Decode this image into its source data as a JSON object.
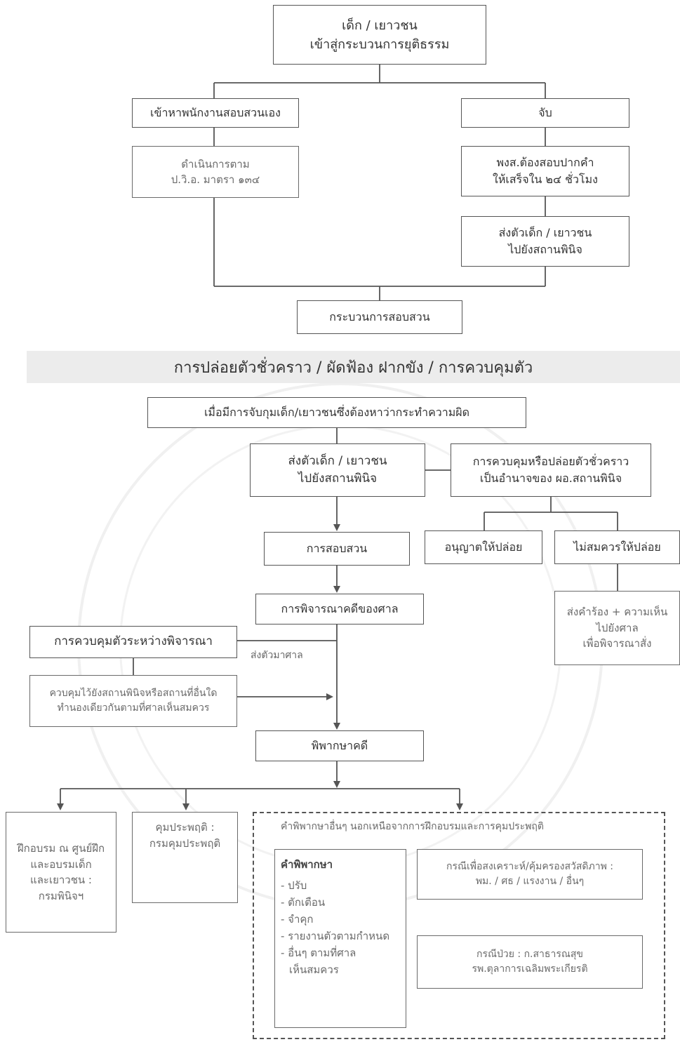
{
  "top": {
    "start_line1": "เด็ก / เยาวชน",
    "start_line2": "เข้าสู่กระบวนการยุติธรรม",
    "self_surrender": "เข้าหาพนักงานสอบสวนเอง",
    "arrest": "จับ",
    "proceed_line1": "ดำเนินการตาม",
    "proceed_line2": "ป.วิ.อ. มาตรา ๑๓๔",
    "interrogate_line1": "พงส.ต้องสอบปากคำ",
    "interrogate_line2": "ให้เสร็จใน ๒๔ ชั่วโมง",
    "send_line1": "ส่งตัวเด็ก / เยาวชน",
    "send_line2": "ไปยังสถานพินิจ",
    "investigation_process": "กระบวนการสอบสวน"
  },
  "section_title": "การปล่อยตัวชั่วคราว / ผัดฟ้อง ฝากขัง / การควบคุมตัว",
  "middle": {
    "when_arrested": "เมื่อมีการจับกุมเด็ก/เยาวชนซึ่งต้องหาว่ากระทำความผิด",
    "send_line1": "ส่งตัวเด็ก / เยาวชน",
    "send_line2": "ไปยังสถานพินิจ",
    "authority_line1": "การควบคุมหรือปล่อยตัวชั่วคราว",
    "authority_line2": "เป็นอำนาจของ ผอ.สถานพินิจ",
    "investigation": "การสอบสวน",
    "allow_release": "อนุญาตให้ปล่อย",
    "not_release": "ไม่สมควรให้ปล่อย",
    "petition_line1": "ส่งคำร้อง + ความเห็น",
    "petition_line2": "ไปยังศาล",
    "petition_line3": "เพื่อพิจารณาสั่ง",
    "court_trial": "การพิจารณาคดีของศาล",
    "custody_during": "การควบคุมตัวระหว่างพิจารณา",
    "bring_to_court": "ส่งตัวมาศาล",
    "custody_detail_line1": "ควบคุมไว้ยังสถานพินิจหรือสถานที่อื่นใด",
    "custody_detail_line2": "ทำนองเดียวกันตามที่ศาลเห็นสมควร",
    "judgment": "พิพากษาคดี"
  },
  "bottom": {
    "training_line1": "ฝึกอบรม ณ ศูนย์ฝึก",
    "training_line2": "และอบรมเด็ก",
    "training_line3": "และเยาวชน :",
    "training_line4": "กรมพินิจฯ",
    "probation_line1": "คุมประพฤติ :",
    "probation_line2": "กรมคุมประพฤติ",
    "other_caption": "คำพิพากษาอื่นๆ นอกเหนือจากการฝึกอบรมและการคุมประพฤติ",
    "verdict_title": "คำพิพากษา",
    "verdict_items": [
      "- ปรับ",
      "- ตักเตือน",
      "- จำคุก",
      "- รายงานตัวตามกำหนด",
      "- อื่นๆ ตามที่ศาล",
      "เห็นสมควร"
    ],
    "welfare_line1": "กรณีเพื่อสงเคราะห์/คุ้มครองสวัสดิภาพ :",
    "welfare_line2": "พม. / ศธ / แรงงาน / อื่นๆ",
    "illness_line1": "กรณีป่วย : ก.สาธารณสุข",
    "illness_line2": "รพ.ตุลาการเฉลิมพระเกียรติ"
  },
  "colors": {
    "line": "#555555",
    "text": "#333333",
    "band": "#ececec"
  }
}
